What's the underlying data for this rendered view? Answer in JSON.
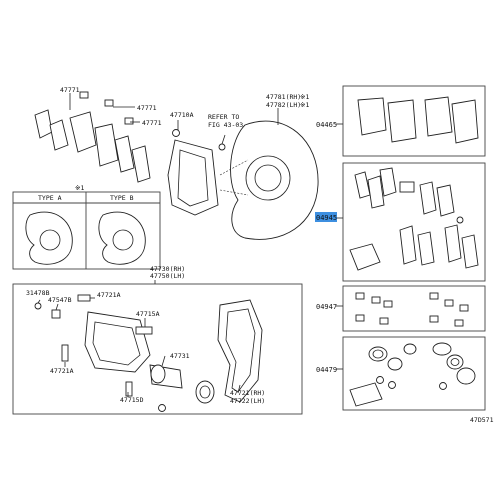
{
  "labels": {
    "l47771a": "47771",
    "l47771b": "47771",
    "l47771c": "47771",
    "l47710a": "47710A",
    "l_refer1": "REFER TO",
    "l_refer2": "FIG 43-03",
    "l47781": "47781(RH)",
    "l47782": "47782(LH)",
    "l_mark1": "※1",
    "l_mark2": "※1",
    "l_mark3": "※1",
    "l_typea": "TYPE  A",
    "l_typeb": "TYPE  B",
    "l47730": "47730(RH)",
    "l47750": "47750(LH)",
    "l31478": "31478B",
    "l47547": "47547B",
    "l47721a_top": "47721A",
    "l47715a": "47715A",
    "l47731": "47731",
    "l47721a_bot": "47721A",
    "l47715d": "47715D",
    "l47721": "47721(RH)",
    "l47722": "47722(LH)",
    "l04465": "04465",
    "l04945": "04945",
    "l04947": "04947",
    "l04479": "04479",
    "code": "47D571"
  },
  "colors": {
    "highlight": "#3d8fe0",
    "line": "#222222"
  }
}
